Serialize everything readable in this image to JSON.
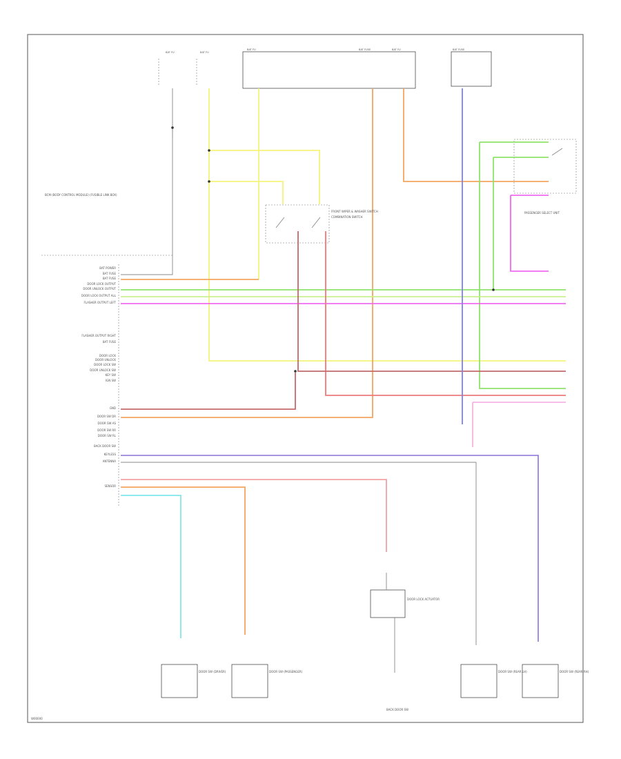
{
  "diagram": {
    "footer_code": "W00000",
    "module_labels": [
      "BCM (BODY CONTROL MODULE) (FUSIBLE LINK BOX)",
      "FRONT WIPER & WASHER SWITCH",
      "COMBINATION SWITCH",
      "PASSENGER SELECT UNIT",
      "DOOR LOCK ACTUATOR"
    ],
    "left_pin_labels": [
      "BAT POWER",
      "BAT FUSE",
      "BAT FUSE",
      "DOOR LOCK OUTPUT",
      "DOOR UNLOCK OUTPUT",
      "DOOR LOCK OUTPUT ALL",
      "FLASHER OUTPUT LEFT",
      "FLASHER OUTPUT RIGHT",
      "BAT FUSE",
      "DOOR LOCK",
      "DOOR UNLOCK",
      "DOOR LOCK SW",
      "DOOR UNLOCK SW",
      "KEY SW",
      "IGN SW",
      "GND",
      "DOOR SW DR",
      "DOOR SW AS",
      "DOOR SW RR",
      "DOOR SW RL",
      "BACK DOOR SW",
      "KEYLESS",
      "ANTENNA",
      "SENSOR"
    ],
    "component_labels": [
      "DOOR SW (DRIVER)",
      "DOOR SW (PASSENGER)",
      "DOOR SW (REAR LH)",
      "DOOR SW (REAR RH)",
      "BACK DOOR SW"
    ],
    "wire_colors": {
      "yellow": "#f4f47a",
      "orange": "#f5a45e",
      "green": "#8ee36a",
      "lightgreen": "#c9f08e",
      "magenta": "#f06af0",
      "pink": "#f2a0a0",
      "red": "#ee7a7a",
      "darkred": "#c46a6a",
      "blue": "#8080ee",
      "violet": "#9a82e0",
      "cyan": "#7fe8ea",
      "lightpink": "#f4b5e4",
      "gray": "#9a9a9a",
      "black": "#888888"
    }
  }
}
